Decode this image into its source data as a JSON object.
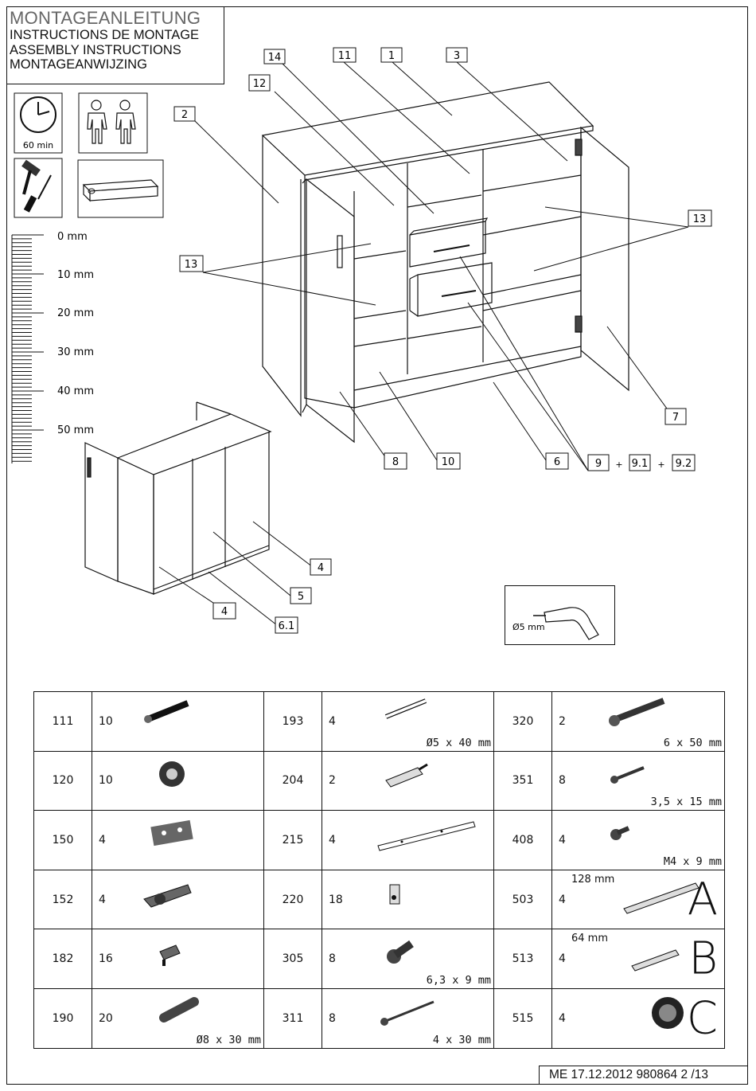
{
  "header": {
    "title": "MONTAGEANLEITUNG",
    "subtitles": [
      "INSTRUCTIONS DE MONTAGE",
      "ASSEMBLY INSTRUCTIONS",
      "MONTAGEANWIJZING"
    ]
  },
  "info": {
    "time": "60 min"
  },
  "ruler": {
    "labels": [
      "0 mm",
      "10 mm",
      "20 mm",
      "30 mm",
      "40 mm",
      "50 mm"
    ]
  },
  "drill": {
    "label": "Ø5 mm"
  },
  "callouts": {
    "c1": "1",
    "c2": "2",
    "c3": "3",
    "c4a": "4",
    "c4b": "4",
    "c5": "5",
    "c6": "6",
    "c61": "6.1",
    "c7": "7",
    "c8": "8",
    "c9": "9",
    "c91": "9.1",
    "c92": "9.2",
    "c10": "10",
    "c11": "11",
    "c12": "12",
    "c13a": "13",
    "c13b": "13",
    "c14": "14",
    "plus": "+"
  },
  "parts": [
    [
      {
        "code": "111",
        "qty": "10",
        "dim": "",
        "icon": "dowel-connector-icon"
      },
      {
        "code": "193",
        "qty": "4",
        "dim": "Ø5 x 40 mm",
        "icon": "pin-icon"
      },
      {
        "code": "320",
        "qty": "2",
        "dim": "6 x 50 mm",
        "icon": "bolt-icon"
      }
    ],
    [
      {
        "code": "120",
        "qty": "10",
        "dim": "",
        "icon": "cam-lock-icon"
      },
      {
        "code": "204",
        "qty": "2",
        "dim": "",
        "icon": "shelf-support-icon"
      },
      {
        "code": "351",
        "qty": "8",
        "dim": "3,5 x 15 mm",
        "icon": "screw-icon"
      }
    ],
    [
      {
        "code": "150",
        "qty": "4",
        "dim": "",
        "icon": "hinge-plate-icon"
      },
      {
        "code": "215",
        "qty": "4",
        "dim": "",
        "icon": "drawer-rail-icon"
      },
      {
        "code": "408",
        "qty": "4",
        "dim": "M4 x 9 mm",
        "icon": "handle-screw-icon"
      }
    ],
    [
      {
        "code": "152",
        "qty": "4",
        "dim": "",
        "icon": "hinge-icon"
      },
      {
        "code": "220",
        "qty": "18",
        "dim": "",
        "icon": "bracket-icon"
      },
      {
        "code": "503",
        "qty": "4",
        "dim": "128 mm",
        "letter": "A",
        "icon": "handle-long-icon"
      }
    ],
    [
      {
        "code": "182",
        "qty": "16",
        "dim": "",
        "icon": "shelf-pin-icon"
      },
      {
        "code": "305",
        "qty": "8",
        "dim": "6,3 x 9 mm",
        "icon": "connector-screw-icon"
      },
      {
        "code": "513",
        "qty": "4",
        "dim": "64 mm",
        "letter": "B",
        "icon": "handle-short-icon"
      }
    ],
    [
      {
        "code": "190",
        "qty": "20",
        "dim": "Ø8 x 30 mm",
        "icon": "wood-dowel-icon"
      },
      {
        "code": "311",
        "qty": "8",
        "dim": "4 x 30 mm",
        "icon": "long-screw-icon"
      },
      {
        "code": "515",
        "qty": "4",
        "dim": "",
        "letter": "C",
        "icon": "knob-icon"
      }
    ]
  ],
  "footer": {
    "text": "ME   17.12.2012 980864  2 /13"
  }
}
